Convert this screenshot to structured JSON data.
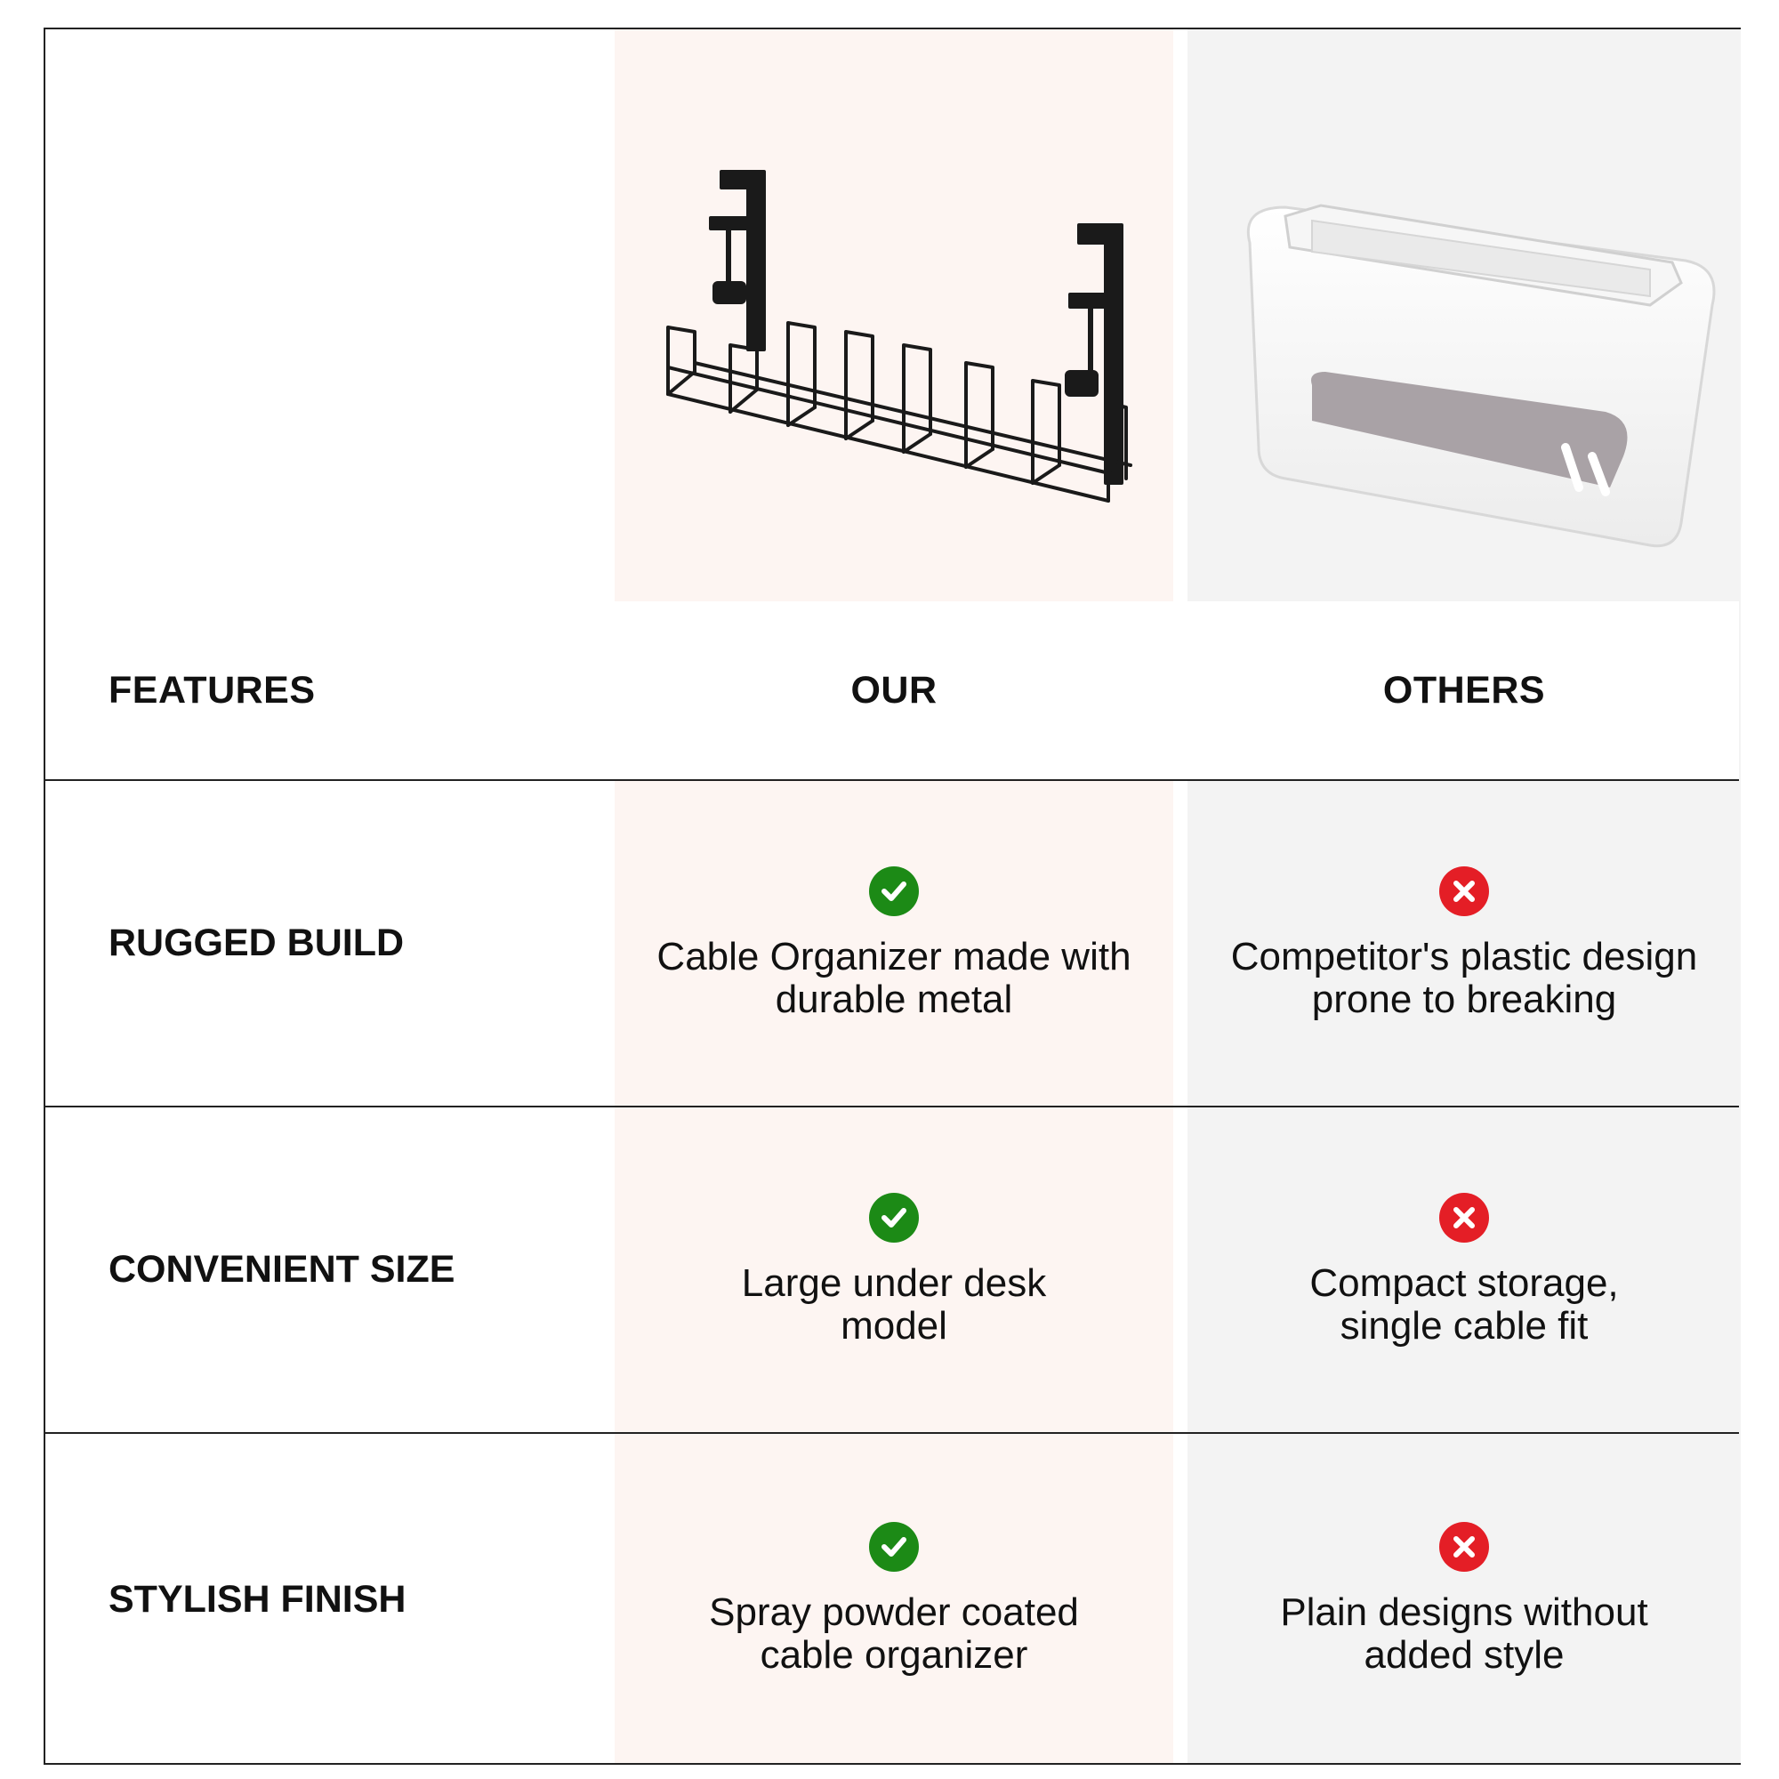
{
  "header": {
    "features": "FEATURES",
    "our": "OUR",
    "others": "OTHERS"
  },
  "images": {
    "our": "black-metal-under-desk-cable-tray",
    "others": "white-plastic-cable-box"
  },
  "rows": [
    {
      "feature": "RUGGED BUILD",
      "our": {
        "icon": "check-icon",
        "text": "Cable Organizer made with durable metal"
      },
      "others": {
        "icon": "cross-icon",
        "text": "Competitor's plastic design prone to breaking"
      }
    },
    {
      "feature": "CONVENIENT SIZE",
      "our": {
        "icon": "check-icon",
        "text": "Large under desk model"
      },
      "others": {
        "icon": "cross-icon",
        "text": "Compact storage, single cable fit"
      }
    },
    {
      "feature": "STYLISH FINISH",
      "our": {
        "icon": "check-icon",
        "text": "Spray powder coated cable organizer"
      },
      "others": {
        "icon": "cross-icon",
        "text": "Plain designs without added style"
      }
    }
  ],
  "colors": {
    "check": "#1c8a16",
    "cross": "#e41e26",
    "our_bg": "#fdf5f2",
    "others_bg": "#f3f3f3",
    "border": "#222222"
  }
}
